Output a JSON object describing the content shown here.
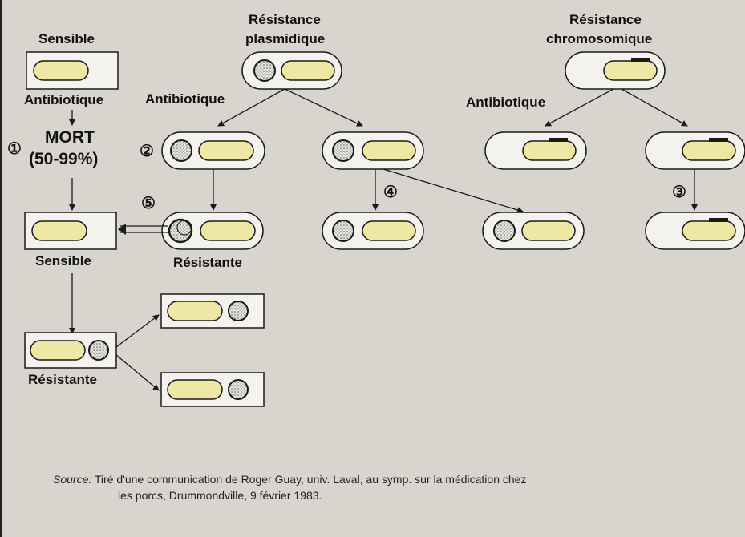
{
  "labels": {
    "sensible_top": "Sensible",
    "antibiotique_1": "Antibiotique",
    "mort_line1": "MORT",
    "mort_line2": "(50-99%)",
    "sensible_mid": "Sensible",
    "resistante_left": "Résistante",
    "resistante_mid": "Résistante",
    "res_plasmidique_line1": "Résistance",
    "res_plasmidique_line2": "plasmidique",
    "antibiotique_2": "Antibiotique",
    "res_chromosomique_line1": "Résistance",
    "res_chromosomique_line2": "chromosomique",
    "antibiotique_3": "Antibiotique"
  },
  "markers": {
    "m1": "①",
    "m2": "②",
    "m3": "③",
    "m4": "④",
    "m5": "⑤"
  },
  "source": {
    "label": "Source:",
    "line1": "Tiré d'une communication de Roger Guay, univ. Laval, au symp. sur la médication chez",
    "line2": "les porcs, Drummondville, 9 février 1983."
  },
  "colors": {
    "background": "#d8d5ce",
    "cell_fill": "#f4f2ee",
    "chromosome_fill": "#efe7a6",
    "plasmid_fill": "#e9e7e2",
    "stroke": "#1a1a1a"
  }
}
